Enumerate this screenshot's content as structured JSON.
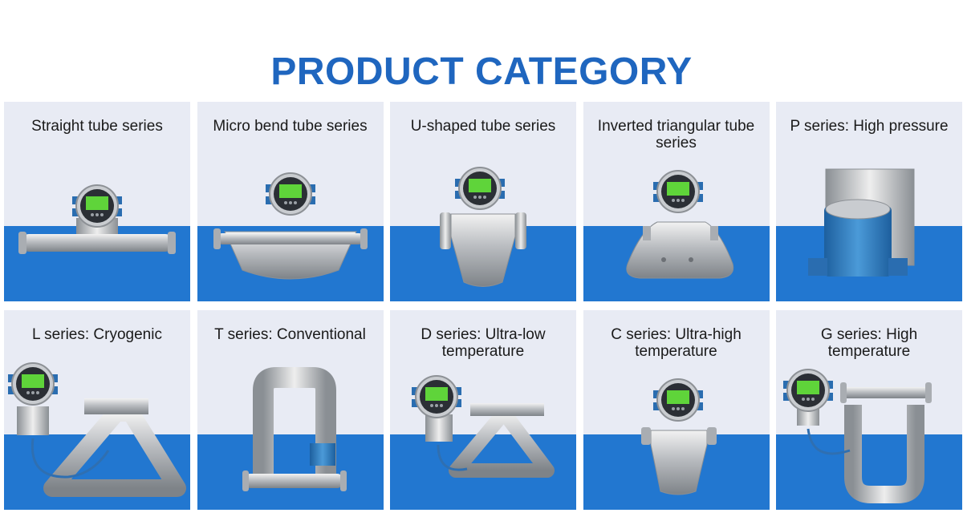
{
  "header": {
    "title": "PRODUCT CATEGORY"
  },
  "colors": {
    "title": "#1f66bf",
    "band": "#2277d0",
    "card_bg": "#e8ebf4",
    "lcd": "#5fd43a"
  },
  "categories": [
    {
      "label": "Straight tube series",
      "icon": "straight-tube-flowmeter"
    },
    {
      "label": "Micro bend tube series",
      "icon": "micro-bend-flowmeter"
    },
    {
      "label": "U-shaped tube series",
      "icon": "u-shaped-flowmeter"
    },
    {
      "label": "Inverted triangular tube series",
      "icon": "triangular-flowmeter"
    },
    {
      "label": "P series: High pressure",
      "icon": "high-pressure-flowmeter"
    },
    {
      "label": "L series: Cryogenic",
      "icon": "cryogenic-flowmeter"
    },
    {
      "label": "T series: Conventional",
      "icon": "conventional-flowmeter"
    },
    {
      "label": "D series: Ultra-low temperature",
      "icon": "ultra-low-temp-flowmeter"
    },
    {
      "label": "C series: Ultra-high temperature",
      "icon": "ultra-high-temp-flowmeter"
    },
    {
      "label": "G series: High temperature",
      "icon": "high-temp-flowmeter"
    }
  ]
}
